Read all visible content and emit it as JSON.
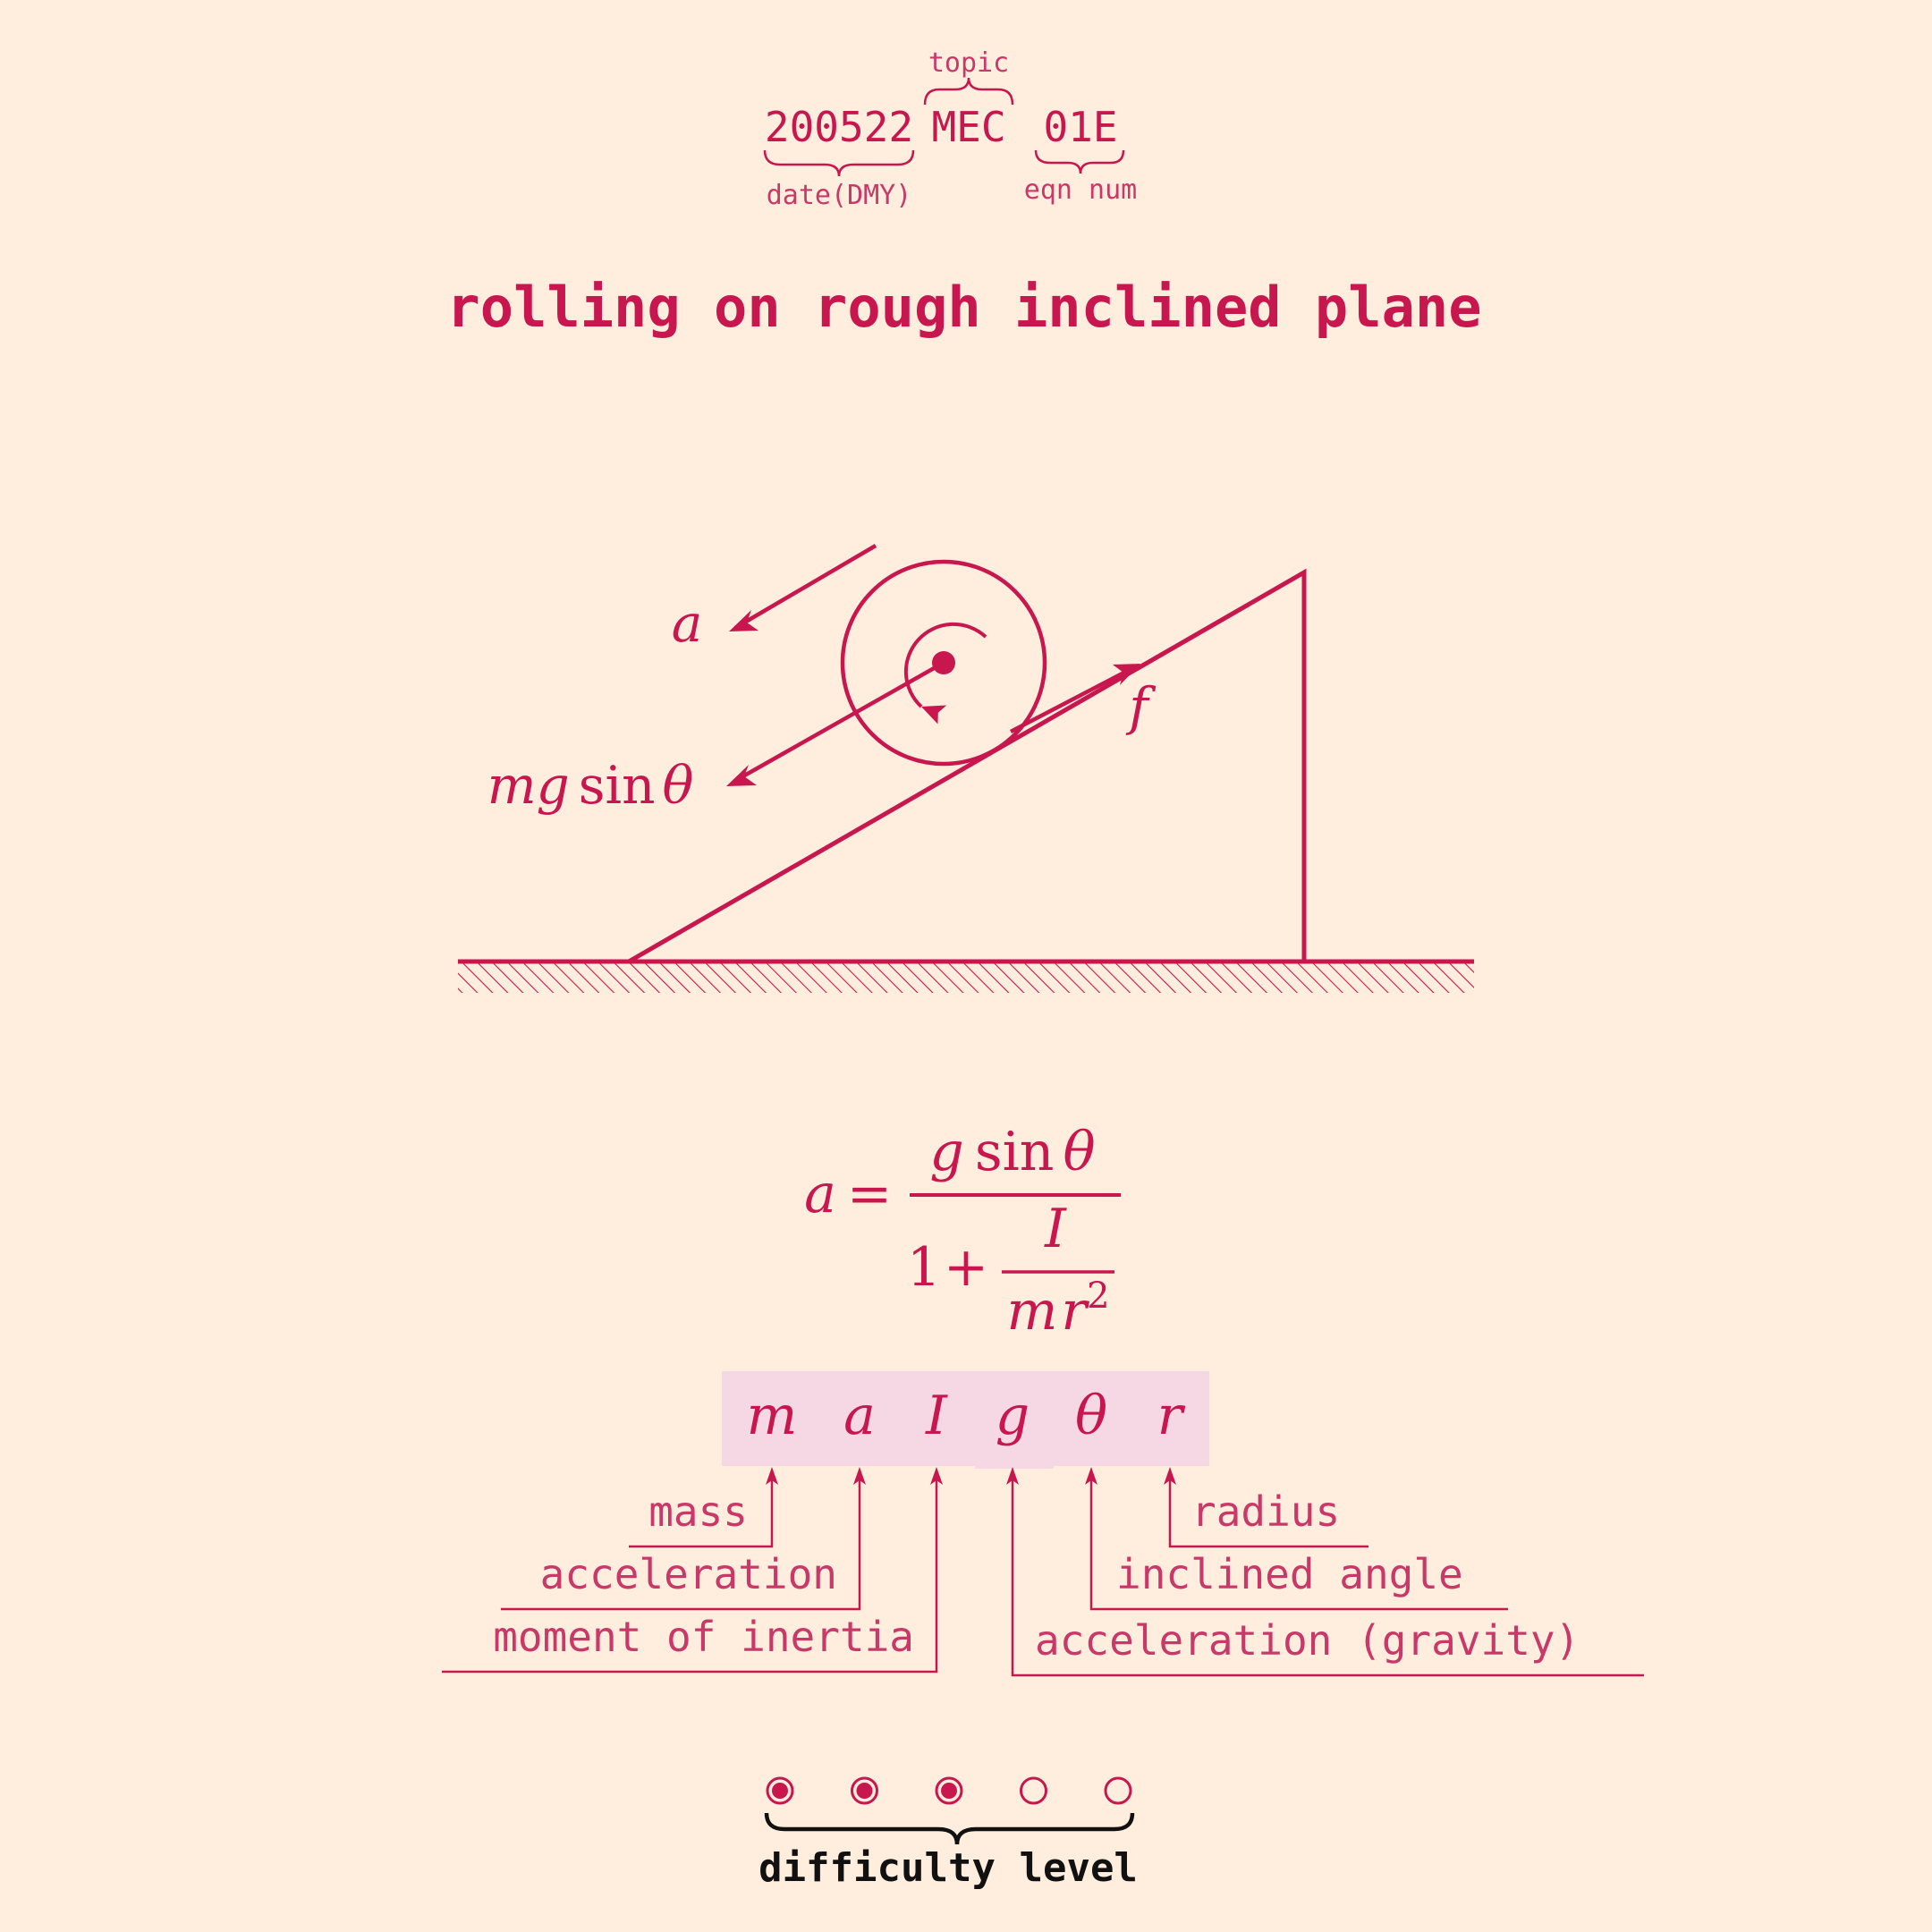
{
  "header": {
    "code_date": "200522",
    "code_topic": "MEC",
    "code_num": "01E",
    "label_topic": "topic",
    "label_date": "date(DMY)",
    "label_num": "eqn num"
  },
  "title": "rolling on rough inclined plane",
  "diagram": {
    "label_accel": "a",
    "label_friction": "f",
    "label_force_m": "m",
    "label_force_g": "g",
    "label_force_sin": "sin",
    "label_force_theta": "θ"
  },
  "equation": {
    "lhs": "a",
    "eq": "=",
    "num_g": "g",
    "num_sin": "sin",
    "num_theta": "θ",
    "den_one": "1",
    "den_plus": "+",
    "den_I": "I",
    "den_m": "m",
    "den_r": "r",
    "den_exp": "2"
  },
  "variables": [
    {
      "symbol": "m",
      "label": "mass"
    },
    {
      "symbol": "a",
      "label": "acceleration"
    },
    {
      "symbol": "I",
      "label": "moment of inertia"
    },
    {
      "symbol": "g",
      "label": "acceleration (gravity)"
    },
    {
      "symbol": "θ",
      "label": "inclined angle"
    },
    {
      "symbol": "r",
      "label": "radius"
    }
  ],
  "difficulty": {
    "label": "difficulty level",
    "level": 3,
    "max": 5
  },
  "colors": {
    "background": "#FFEEDD",
    "accent": "#C8174F",
    "label_text": "#C8396A",
    "symbol_box": "#F5D8E4",
    "footer_text": "#111111"
  }
}
